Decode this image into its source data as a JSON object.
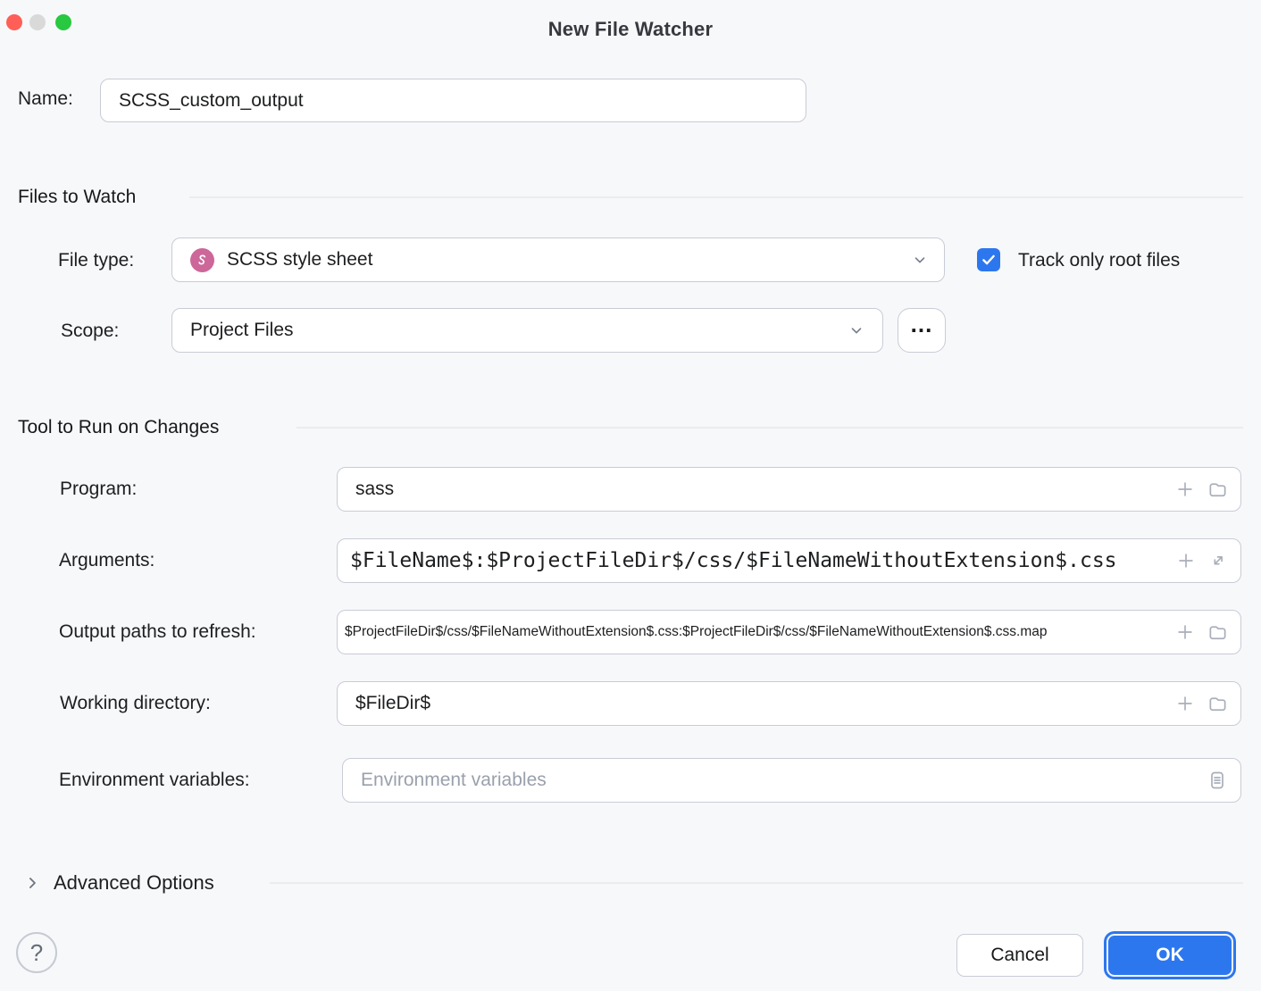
{
  "window": {
    "title": "New File Watcher"
  },
  "name_row": {
    "label": "Name:",
    "value": "SCSS_custom_output"
  },
  "files_to_watch": {
    "title": "Files to Watch",
    "file_type": {
      "label": "File type:",
      "value": "SCSS style sheet",
      "icon": "sass-icon"
    },
    "track_only_root_files": {
      "label": "Track only root files",
      "checked": true
    },
    "scope": {
      "label": "Scope:",
      "value": "Project Files",
      "browse_label": "..."
    }
  },
  "tool_to_run": {
    "title": "Tool to Run on Changes",
    "program": {
      "label": "Program:",
      "value": "sass"
    },
    "arguments": {
      "label": "Arguments:",
      "value": "$FileName$:$ProjectFileDir$/css/$FileNameWithoutExtension$.css"
    },
    "output_paths": {
      "label": "Output paths to refresh:",
      "value": "$ProjectFileDir$/css/$FileNameWithoutExtension$.css:$ProjectFileDir$/css/$FileNameWithoutExtension$.css.map"
    },
    "working_directory": {
      "label": "Working directory:",
      "value": "$FileDir$"
    },
    "environment_variables": {
      "label": "Environment variables:",
      "placeholder": "Environment variables"
    }
  },
  "advanced_options": {
    "label": "Advanced Options"
  },
  "footer": {
    "help_label": "?",
    "cancel_label": "Cancel",
    "ok_label": "OK"
  },
  "colors": {
    "accent": "#2d77ee",
    "sass_pink": "#cd6799",
    "background": "#f7f8fa",
    "border": "#c9ccd6"
  }
}
